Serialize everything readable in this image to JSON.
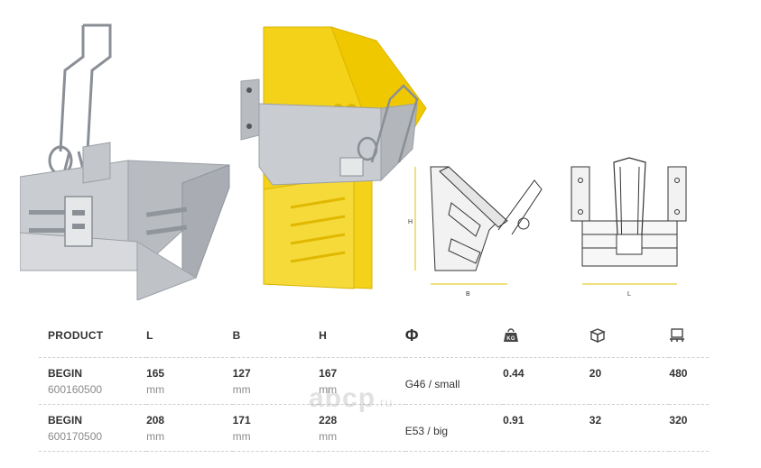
{
  "table": {
    "headers": {
      "product": "PRODUCT",
      "l": "L",
      "b": "B",
      "h": "H",
      "phi": "Φ",
      "weight_icon": "kg-weight-icon",
      "box_icon": "box-icon",
      "pallet_icon": "pallet-icon",
      "weight_icon_text": "KG"
    },
    "rows": [
      {
        "name": "BEGIN",
        "code": "600160500",
        "l": "165",
        "b": "127",
        "h": "167",
        "unit": "mm",
        "phi": "G46 / small",
        "weight": "0.44",
        "box": "20",
        "pallet": "480"
      },
      {
        "name": "BEGIN",
        "code": "600170500",
        "l": "208",
        "b": "171",
        "h": "228",
        "unit": "mm",
        "phi": "E53 / big",
        "weight": "0.91",
        "box": "32",
        "pallet": "320"
      }
    ]
  },
  "diagram_labels": {
    "h": "H",
    "b": "B",
    "l": "L"
  },
  "watermark": {
    "main": "abcp",
    "suffix": ".ru"
  },
  "colors": {
    "yellow": "#f5d21a",
    "steel": "#c9ccd0",
    "text": "#333333",
    "muted": "#8a8a8a"
  }
}
